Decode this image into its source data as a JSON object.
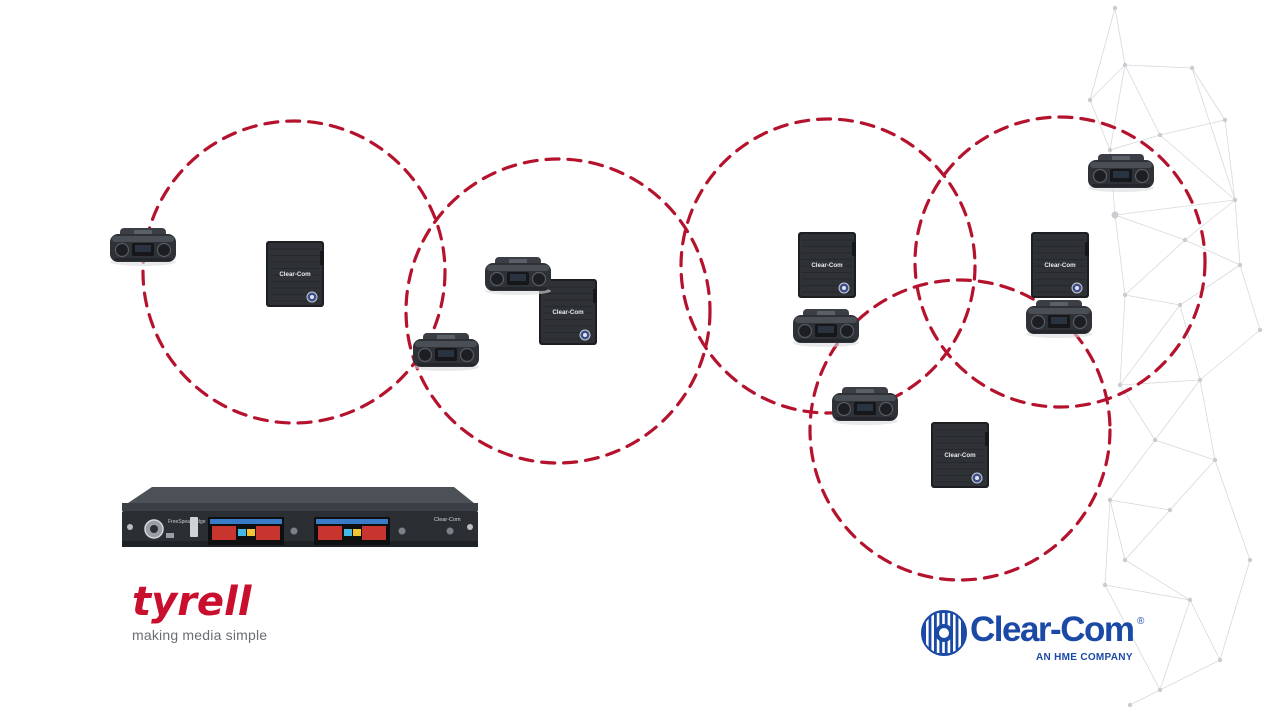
{
  "colors": {
    "coverage_ring": "#b5132d",
    "brand_tyrell": "#c8102e",
    "brand_clearcom": "#1b4aa6",
    "device_body": "#2e3136",
    "device_dark": "#1c1e22",
    "network_lines": "#d6d9dd",
    "tagline": "#6a6e74"
  },
  "device_label": "Clear-Com",
  "tyrell": {
    "wordmark": "tyrell",
    "tagline": "making media simple"
  },
  "clearcom": {
    "wordmark": "Clear-Com",
    "trademark": "®",
    "subline": "AN HME COMPANY"
  },
  "rackmount": {
    "model": "FreeSpeak Edge",
    "brand": "Clear-Com"
  },
  "icons": {
    "coverage_ring": "dashed-circle",
    "beltpack": "beltpack-icon",
    "transceiver": "transceiver-icon",
    "base_station": "rack-base-station-icon",
    "clearcom_mark": "clearcom-globe-icon"
  }
}
